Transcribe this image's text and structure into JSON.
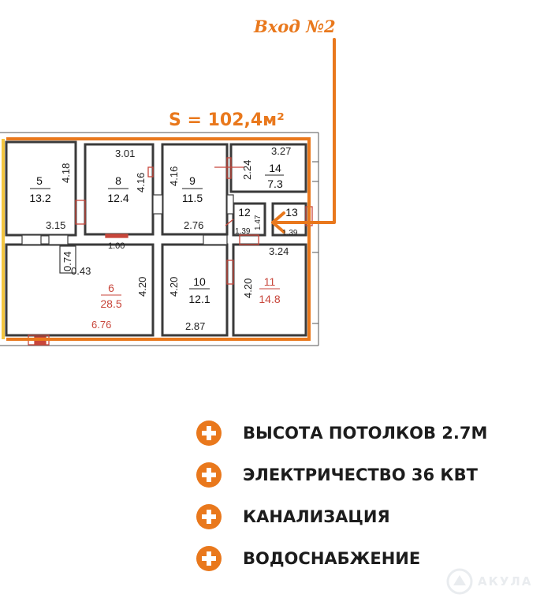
{
  "plan": {
    "entrance_label": "Вход №2",
    "area_label": "S = 102,4м²",
    "rooms": [
      {
        "id": "5",
        "area": "13.2",
        "highlight": false
      },
      {
        "id": "8",
        "area": "12.4",
        "highlight": false
      },
      {
        "id": "9",
        "area": "11.5",
        "highlight": false
      },
      {
        "id": "14",
        "area": "7.3",
        "highlight": false
      },
      {
        "id": "12",
        "area": "",
        "highlight": false
      },
      {
        "id": "13",
        "area": "",
        "highlight": false
      },
      {
        "id": "6",
        "area": "28.5",
        "highlight": true
      },
      {
        "id": "10",
        "area": "12.1",
        "highlight": false
      },
      {
        "id": "11",
        "area": "14.8",
        "highlight": true
      }
    ],
    "dimensions": [
      "4.18",
      "3.15",
      "3.01",
      "4.16",
      "4.16",
      "2.76",
      "2.24",
      "3.27",
      "1.47",
      "1.39",
      "1.39",
      "1.00",
      "0.74",
      "0.43",
      "4.20",
      "6.76",
      "4.20",
      "2.87",
      "3.24",
      "4.20"
    ]
  },
  "features": [
    "ВЫСОТА ПОТОЛКОВ 2.7М",
    "ЭЛЕКТРИЧЕСТВО 36 КВТ",
    "КАНАЛИЗАЦИЯ",
    "ВОДОСНАБЖЕНИЕ"
  ],
  "watermark": "АКУЛА",
  "colors": {
    "accent": "#e9781c",
    "wall": "#3a3a3a",
    "door": "#c8463b",
    "text": "#1c1c1c"
  },
  "icons": {
    "feature_bullet": "plus-circle-icon",
    "entrance_arrow": "arrow-left-icon",
    "watermark_logo": "shark-logo-icon"
  }
}
